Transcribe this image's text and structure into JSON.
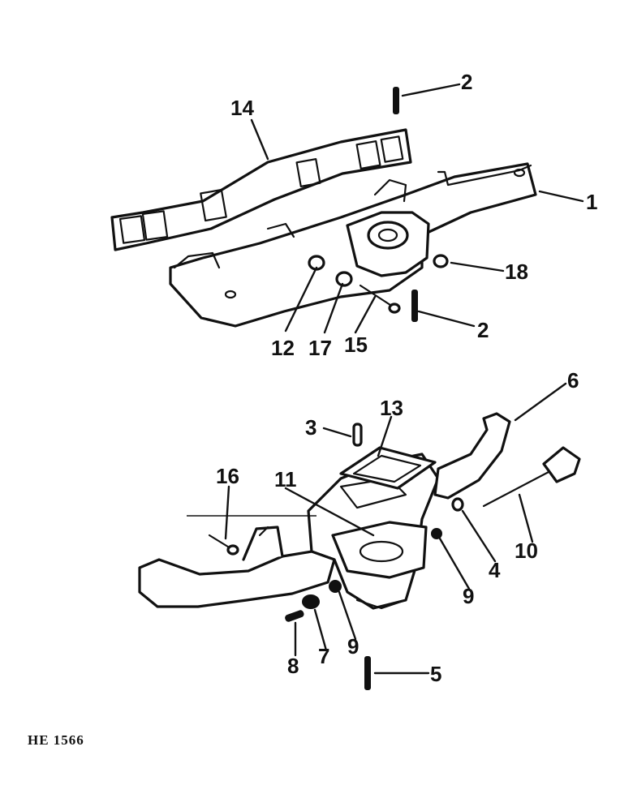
{
  "figure_id": "HE 1566",
  "callouts": {
    "c1": "1",
    "c2a": "2",
    "c2b": "2",
    "c3": "3",
    "c4": "4",
    "c5": "5",
    "c6": "6",
    "c7": "7",
    "c8": "8",
    "c9a": "9",
    "c9b": "9",
    "c10": "10",
    "c11": "11",
    "c12": "12",
    "c13": "13",
    "c14": "14",
    "c15": "15",
    "c16": "16",
    "c17": "17",
    "c18": "18"
  }
}
